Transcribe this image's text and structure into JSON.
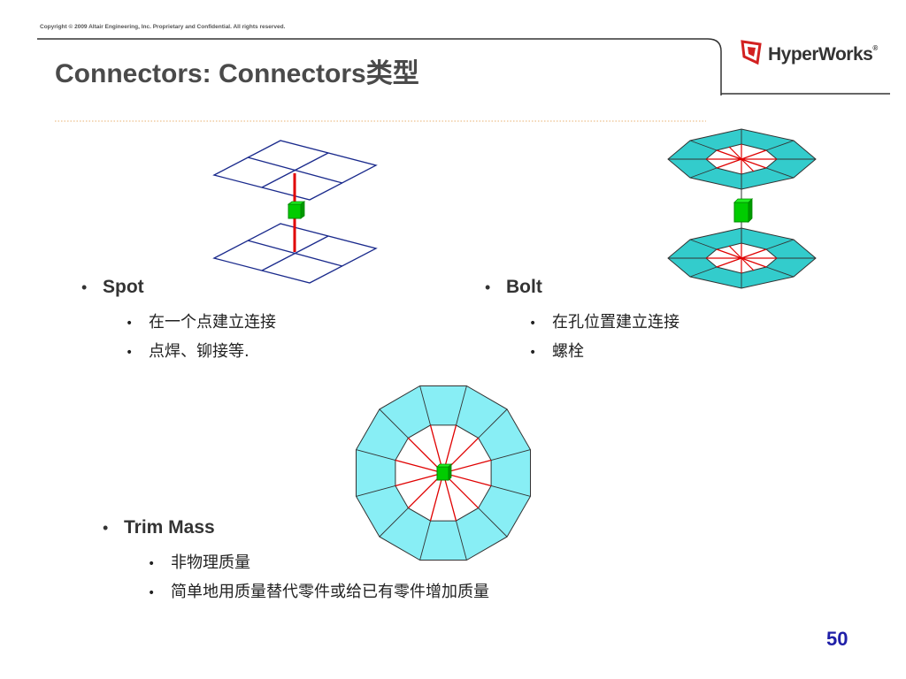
{
  "header": {
    "copyright": "Copyright © 2009 Altair Engineering, Inc. Proprietary and Confidential. All rights reserved.",
    "title": "Connectors: Connectors类型",
    "logo_text": "HyperWorks",
    "logo_mark": "®"
  },
  "sections": {
    "spot": {
      "label": "Spot",
      "items": [
        "在一个点建立连接",
        "点焊、铆接等."
      ]
    },
    "bolt": {
      "label": "Bolt",
      "items": [
        "在孔位置建立连接",
        "螺栓"
      ]
    },
    "trim_mass": {
      "label": "Trim Mass",
      "items": [
        "非物理质量",
        "简单地用质量替代零件或给已有零件增加质量"
      ]
    }
  },
  "footer": {
    "page_number": "50"
  },
  "colors": {
    "title": "#4a4a4a",
    "page_number": "#1f1fa8",
    "mesh_line": "#1a2a8c",
    "connector_line": "#e00000",
    "connector_node": "#00cc00",
    "washer_fill": "#33cccc",
    "trim_fill": "#88eef5",
    "logo_red": "#d22020",
    "divider_dots": "#e8b070"
  },
  "icons": [
    "hyperworks-logo-icon",
    "spot-weld-illustration",
    "bolt-illustration",
    "trim-mass-illustration"
  ]
}
